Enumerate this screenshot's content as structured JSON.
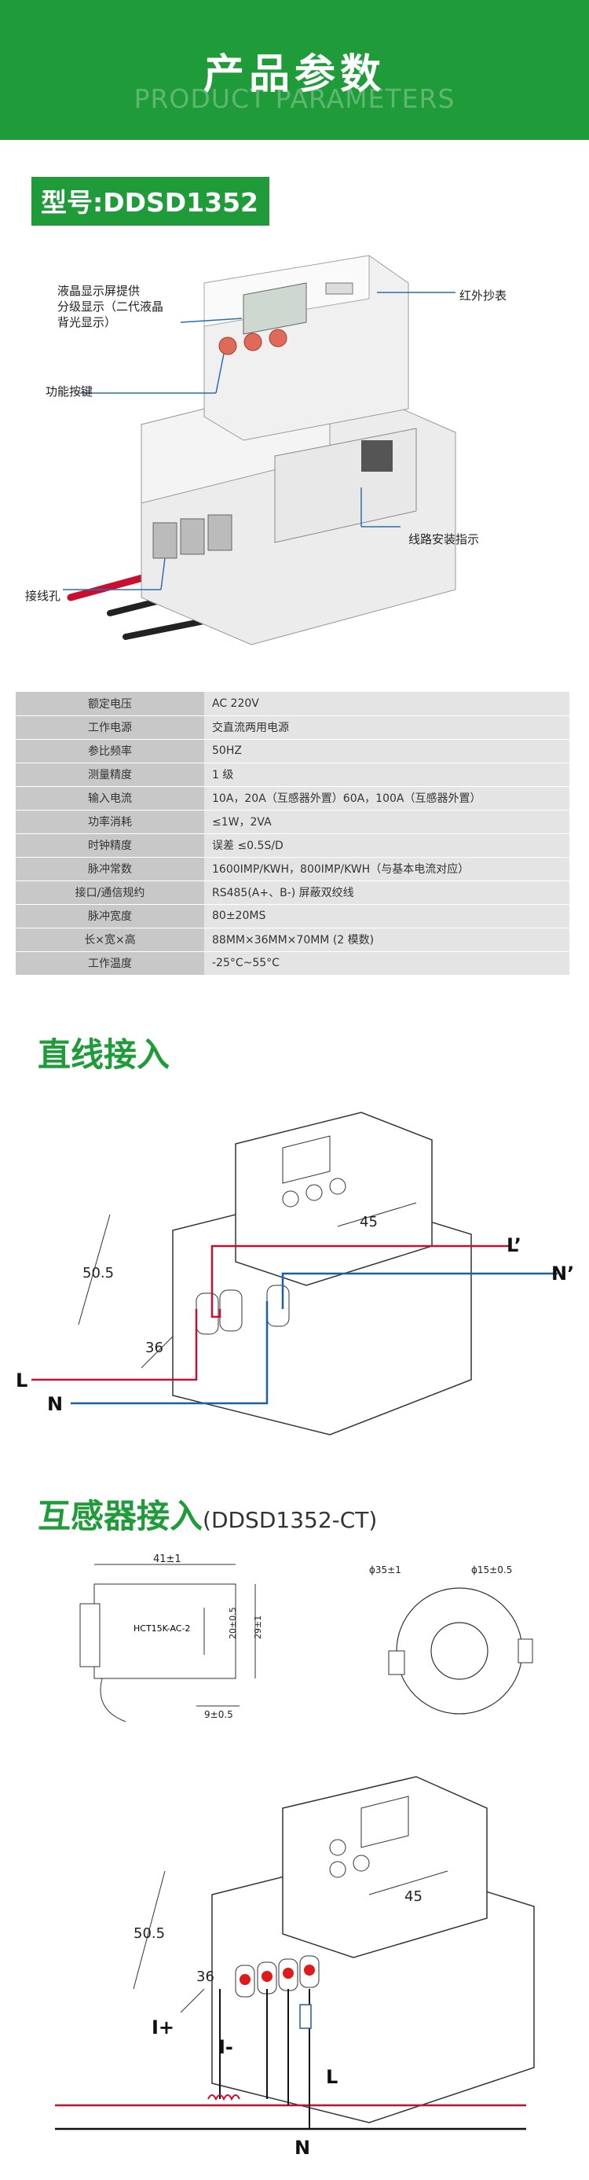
{
  "banner": {
    "title": "产品参数",
    "subtitle": "PRODUCT PARAMETERS"
  },
  "model": {
    "label": "型号:DDSD1352"
  },
  "callouts": {
    "lcd": "液晶显示屏提供分级显示（二代液晶背光显示）",
    "lcd_line1": "液晶显示屏提供",
    "lcd_line2": "分级显示（二代液晶",
    "lcd_line3": "背光显示）",
    "ir": "红外抄表",
    "keys": "功能按键",
    "wiring": "线路安装指示",
    "terminal": "接线孔"
  },
  "specs": [
    {
      "k": "额定电压",
      "v": "AC 220V"
    },
    {
      "k": "工作电源",
      "v": "交直流两用电源"
    },
    {
      "k": "参比频率",
      "v": "50HZ"
    },
    {
      "k": "测量精度",
      "v": "1 级"
    },
    {
      "k": "输入电流",
      "v": "10A，20A（互感器外置）60A，100A（互感器外置）"
    },
    {
      "k": "功率消耗",
      "v": "≤1W，2VA"
    },
    {
      "k": "时钟精度",
      "v": "误差 ≤0.5S/D"
    },
    {
      "k": "脉冲常数",
      "v": "1600IMP/KWH，800IMP/KWH（与基本电流对应）"
    },
    {
      "k": "接口/通信规约",
      "v": "RS485(A+、B-) 屏蔽双绞线"
    },
    {
      "k": "脉冲宽度",
      "v": "80±20MS"
    },
    {
      "k": "长×宽×高",
      "v": "88MM×36MM×70MM (2 模数)"
    },
    {
      "k": "工作温度",
      "v": "-25°C~55°C"
    }
  ],
  "section1": {
    "title": "直线接入",
    "dims": {
      "width": "45",
      "height": "50.5",
      "depth": "36"
    },
    "labels": {
      "L_in": "L",
      "N_in": "N",
      "L_out": "L’",
      "N_out": "N’"
    }
  },
  "section2": {
    "title": "互感器接入",
    "suffix": "(DDSD1352-CT)",
    "ct": {
      "model": "HCT15K-AC-2",
      "w": "41±1",
      "h1": "20±0.5",
      "h2": "29±1",
      "d": "9±0.5",
      "outer": "ϕ35±1",
      "inner": "ϕ15±0.5"
    },
    "dims": {
      "width": "45",
      "height": "50.5",
      "depth": "36"
    },
    "labels": {
      "I_plus": "I+",
      "I_minus": "I-",
      "L": "L",
      "N": "N"
    }
  },
  "colors": {
    "brand": "#1f9b3a",
    "live": "#c8102e",
    "neutral": "#1a5fa8"
  }
}
